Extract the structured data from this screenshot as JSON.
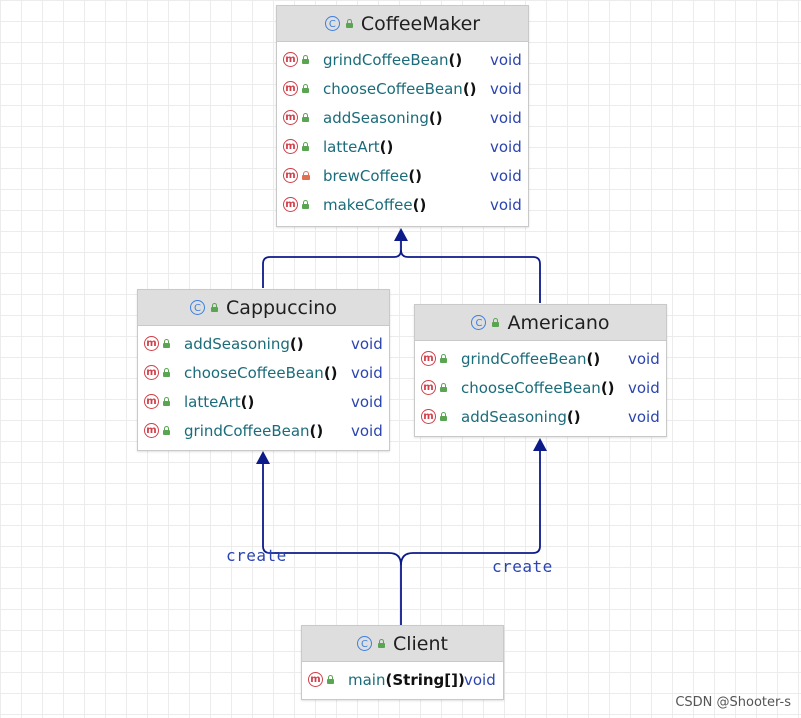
{
  "classes": {
    "coffeemaker": {
      "name": "CoffeeMaker",
      "methods": [
        {
          "name": "grindCoffeeBean",
          "params": "()",
          "ret": "void",
          "vis": "public"
        },
        {
          "name": "chooseCoffeeBean",
          "params": " ()",
          "ret": "void",
          "vis": "public"
        },
        {
          "name": "addSeasoning",
          "params": "()",
          "ret": "void",
          "vis": "public"
        },
        {
          "name": "latteArt",
          "params": "()",
          "ret": "void",
          "vis": "public"
        },
        {
          "name": "brewCoffee",
          "params": "()",
          "ret": "void",
          "vis": "private"
        },
        {
          "name": "makeCoffee",
          "params": "()",
          "ret": "void",
          "vis": "public"
        }
      ]
    },
    "cappuccino": {
      "name": "Cappuccino",
      "methods": [
        {
          "name": "addSeasoning",
          "params": "()",
          "ret": "void",
          "vis": "public"
        },
        {
          "name": "chooseCoffeeBean",
          "params": " ()",
          "ret": "void",
          "vis": "public"
        },
        {
          "name": "latteArt",
          "params": "()",
          "ret": "void",
          "vis": "public"
        },
        {
          "name": "grindCoffeeBean",
          "params": "()",
          "ret": "void",
          "vis": "public"
        }
      ]
    },
    "americano": {
      "name": "Americano",
      "methods": [
        {
          "name": "grindCoffeeBean",
          "params": "()",
          "ret": "void",
          "vis": "public"
        },
        {
          "name": "chooseCoffeeBean",
          "params": " ()",
          "ret": "void",
          "vis": "public"
        },
        {
          "name": "addSeasoning",
          "params": "()",
          "ret": "void",
          "vis": "public"
        }
      ]
    },
    "client": {
      "name": "Client",
      "methods": [
        {
          "name": "main",
          "params": "(String[])",
          "ret": "void",
          "vis": "public"
        }
      ]
    }
  },
  "relations": {
    "create_left": "create",
    "create_right": "create"
  },
  "icons": {
    "class_icon": "c-class-icon",
    "method_icon": "m-method-icon",
    "public": "unlocked-icon",
    "private": "locked-icon"
  },
  "colors": {
    "edge": "#0c1a8a",
    "header_bg": "#dedede",
    "method_name": "#1a6c7a",
    "return_type": "#2b44b0",
    "method_icon": "#d0404a",
    "class_icon": "#3d7fe0"
  },
  "watermark": "CSDN @Shooter-s"
}
